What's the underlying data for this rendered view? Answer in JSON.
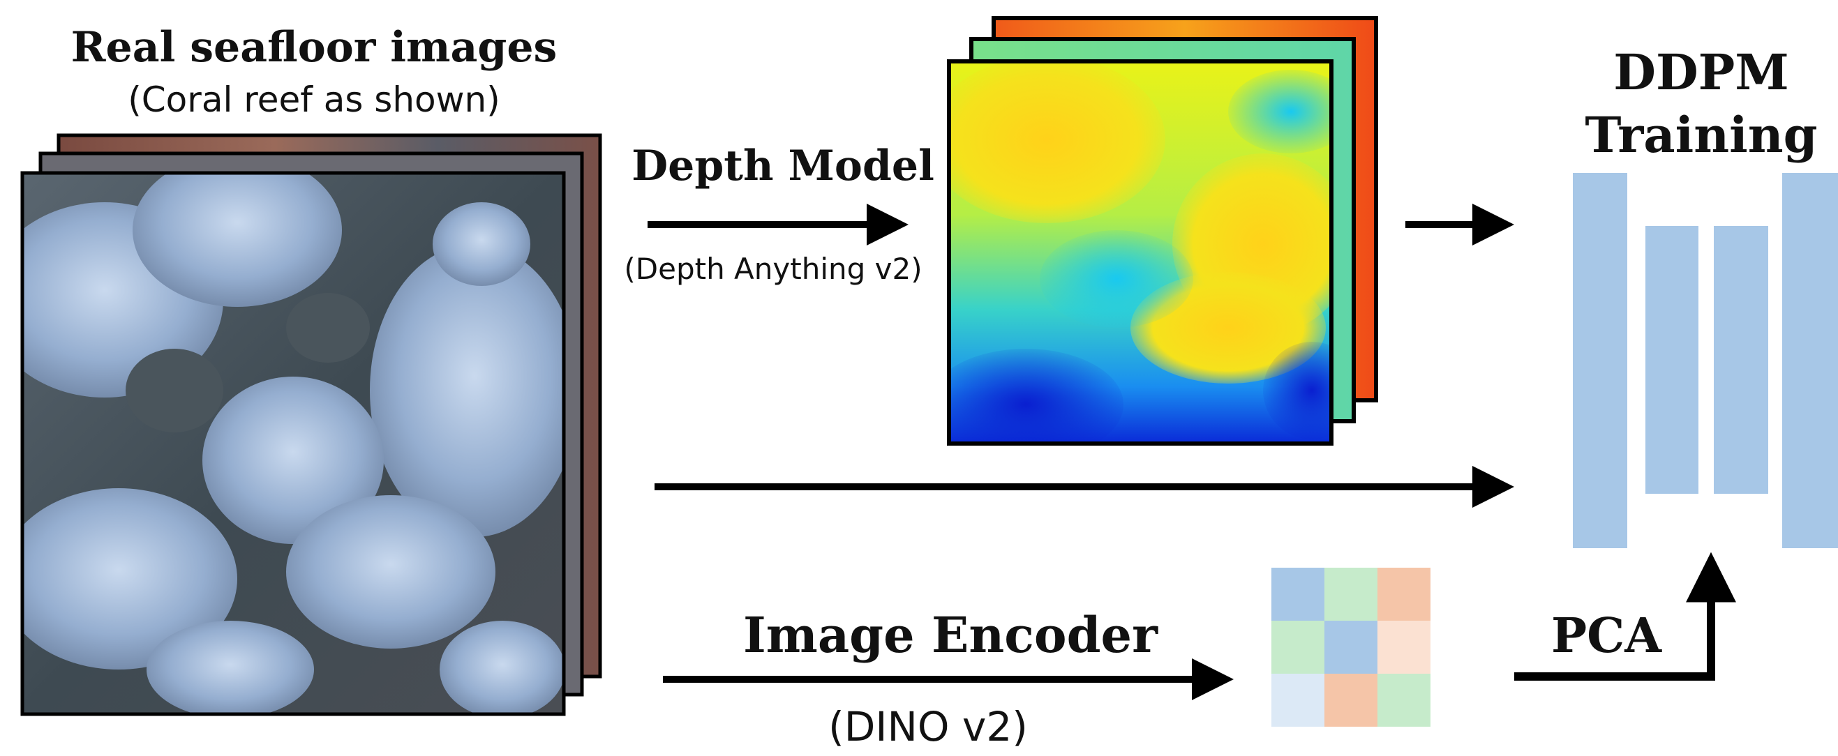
{
  "source_images": {
    "title": "Real seafloor images",
    "subtitle": "(Coral reef as shown)"
  },
  "depth_branch": {
    "title": "Depth Model",
    "subtitle": "(Depth Anything v2)"
  },
  "encoder_branch": {
    "title": "Image Encoder",
    "subtitle": "(DINO v2)"
  },
  "pca": {
    "label": "PCA"
  },
  "ddpm": {
    "title_line1": "DDPM",
    "title_line2": "Training",
    "block_color": "#a7c7e7"
  },
  "feature_grid": {
    "rows": 3,
    "cols": 3,
    "cell_colors": [
      "#a7c7e7",
      "#c6ebcb",
      "#f5c5a8",
      "#c6ebcb",
      "#a7c7e7",
      "#fbe1d2",
      "#dce9f6",
      "#f5c5a8",
      "#c6ebcb"
    ]
  },
  "colors": {
    "arrow": "#000000",
    "coral_base": "#8fa8c8",
    "coral_dark": "#3e4a52"
  }
}
